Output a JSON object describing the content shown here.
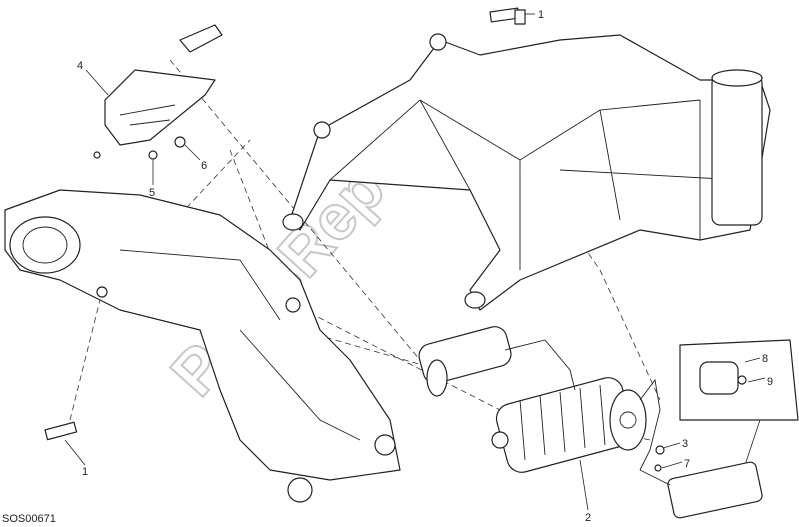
{
  "diagram": {
    "code": "SOS00671",
    "watermark": "PartsRepublik",
    "callouts": [
      {
        "id": "c1-top",
        "label": "1"
      },
      {
        "id": "c4",
        "label": "4"
      },
      {
        "id": "c6",
        "label": "6"
      },
      {
        "id": "c5",
        "label": "5"
      },
      {
        "id": "c8",
        "label": "8"
      },
      {
        "id": "c9",
        "label": "9"
      },
      {
        "id": "c3",
        "label": "3"
      },
      {
        "id": "c7",
        "label": "7"
      },
      {
        "id": "c1-bottom",
        "label": "1"
      },
      {
        "id": "c2",
        "label": "2"
      }
    ]
  }
}
